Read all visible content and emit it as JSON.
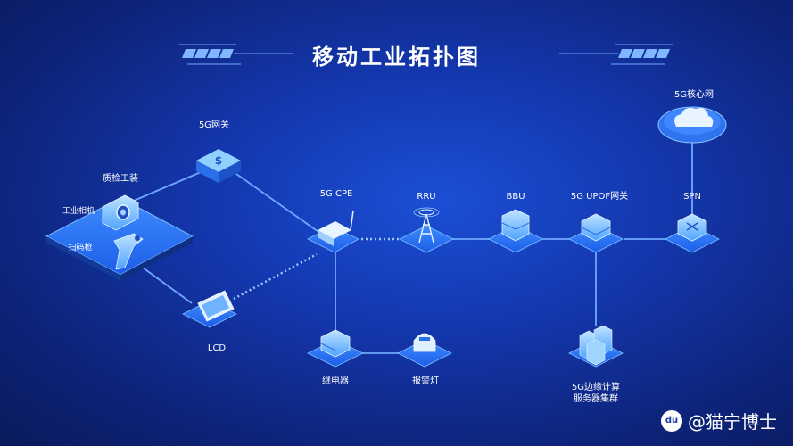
{
  "title": "移动工业拓扑图",
  "nodes": {
    "gateway": {
      "label": "5G网关",
      "icon": "gateway-icon"
    },
    "qc_station": {
      "label": "质检工装",
      "icon": "qc-station-icon"
    },
    "industrial_camera": {
      "label": "工业相机",
      "icon": "camera-icon"
    },
    "scanner": {
      "label": "扫码枪",
      "icon": "barcode-scanner-icon"
    },
    "lcd": {
      "label": "LCD",
      "icon": "lcd-icon"
    },
    "cpe": {
      "label": "5G CPE",
      "icon": "router-icon"
    },
    "rru": {
      "label": "RRU",
      "icon": "antenna-tower-icon"
    },
    "bbu": {
      "label": "BBU",
      "icon": "server-icon"
    },
    "upf": {
      "label": "5G UPOF网关",
      "icon": "upf-gateway-icon"
    },
    "spn": {
      "label": "SPN",
      "icon": "switch-icon"
    },
    "core": {
      "label": "5G核心网",
      "icon": "cloud-icon"
    },
    "relay": {
      "label": "继电器",
      "icon": "relay-icon"
    },
    "alarm": {
      "label": "报警灯",
      "icon": "alarm-light-icon"
    },
    "edge": {
      "label_line1": "5G边缘计算",
      "label_line2": "服务器集群",
      "icon": "server-cluster-icon"
    }
  },
  "watermark": {
    "icon_text": "du",
    "text": "@猫宁博士"
  },
  "colors": {
    "background": "#1438b0",
    "line": "#6fa8ff",
    "accent": "#4fc3ff",
    "text": "#ffffff"
  }
}
